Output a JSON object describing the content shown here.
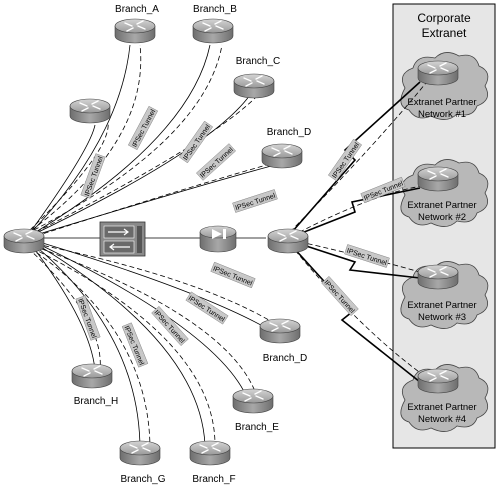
{
  "corporate": {
    "line1": "Corporate",
    "line2": "Extranet"
  },
  "tunnel_label": "IPSec Tunnel",
  "branches": {
    "a": "Branch_A",
    "b": "Branch_B",
    "c": "Branch_C",
    "d_top": "Branch_D",
    "d_bottom": "Branch_D",
    "e": "Branch_E",
    "f": "Branch_F",
    "g": "Branch_G",
    "h": "Branch_H"
  },
  "partners": [
    {
      "line1": "Extranet Partner",
      "line2": "Network #1"
    },
    {
      "line1": "Extranet Partner",
      "line2": "Network #2"
    },
    {
      "line1": "Extranet Partner",
      "line2": "Network #3"
    },
    {
      "line1": "Extranet Partner",
      "line2": "Network #4"
    }
  ],
  "colors": {
    "device": "#8a8a8a",
    "panel": "#e6e6e6",
    "cloud": "#b8b8b8"
  },
  "icons": [
    "router-icon",
    "vpn-concentrator-icon",
    "firewall-icon",
    "cloud-icon"
  ]
}
